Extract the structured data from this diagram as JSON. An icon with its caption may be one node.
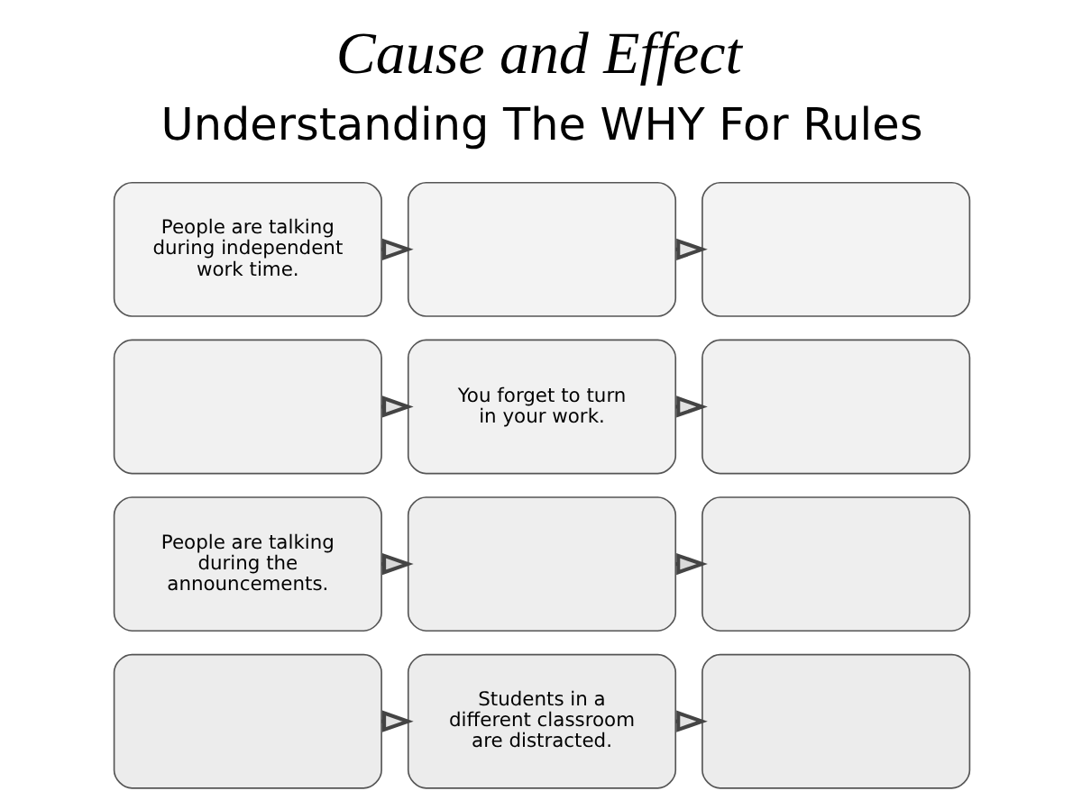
{
  "diagram": {
    "title": "Cause and Effect",
    "nodes": [
      {
        "text": [
          "People are talking during independent work time."
        ]
      },
      {
        "text": [],
        "shape": "box"
      },
      {
        "text": [],
        "shape": "box"
      },
      {
        "text": [],
        "shape": "box"
      },
      {
        "text": [
          "You forget to turn in your work."
        ]
      },
      {
        "text": [],
        "shape": "box"
      },
      {
        "text": [
          "People are talking during the announcements."
        ]
      },
      {
        "text": [],
        "shape": "box"
      },
      {
        "text": [],
        "shape": "box"
      },
      {
        "text": [],
        "shape": "box"
      },
      {
        "text": [
          "Students in a different classroom are distracted."
        ]
      },
      {
        "text": [],
        "shape": "box"
      }
    ],
    "edges": [
      {
        "from": 0,
        "to": 1,
        "arrow": "to"
      },
      {
        "from": 1,
        "to": 2,
        "arrow": "to"
      },
      {
        "from": 3,
        "to": 4,
        "arrow": "to"
      },
      {
        "from": 4,
        "to": 5,
        "arrow": "to"
      },
      {
        "from": 6,
        "to": 7,
        "arrow": "to"
      },
      {
        "from": 7,
        "to": 8,
        "arrow": "to"
      },
      {
        "from": 9,
        "to": 10,
        "arrow": "to"
      },
      {
        "from": 10,
        "to": 11,
        "arrow": "to"
      }
    ],
    "labels": [
      "Understanding The WHY For Rules"
    ]
  }
}
